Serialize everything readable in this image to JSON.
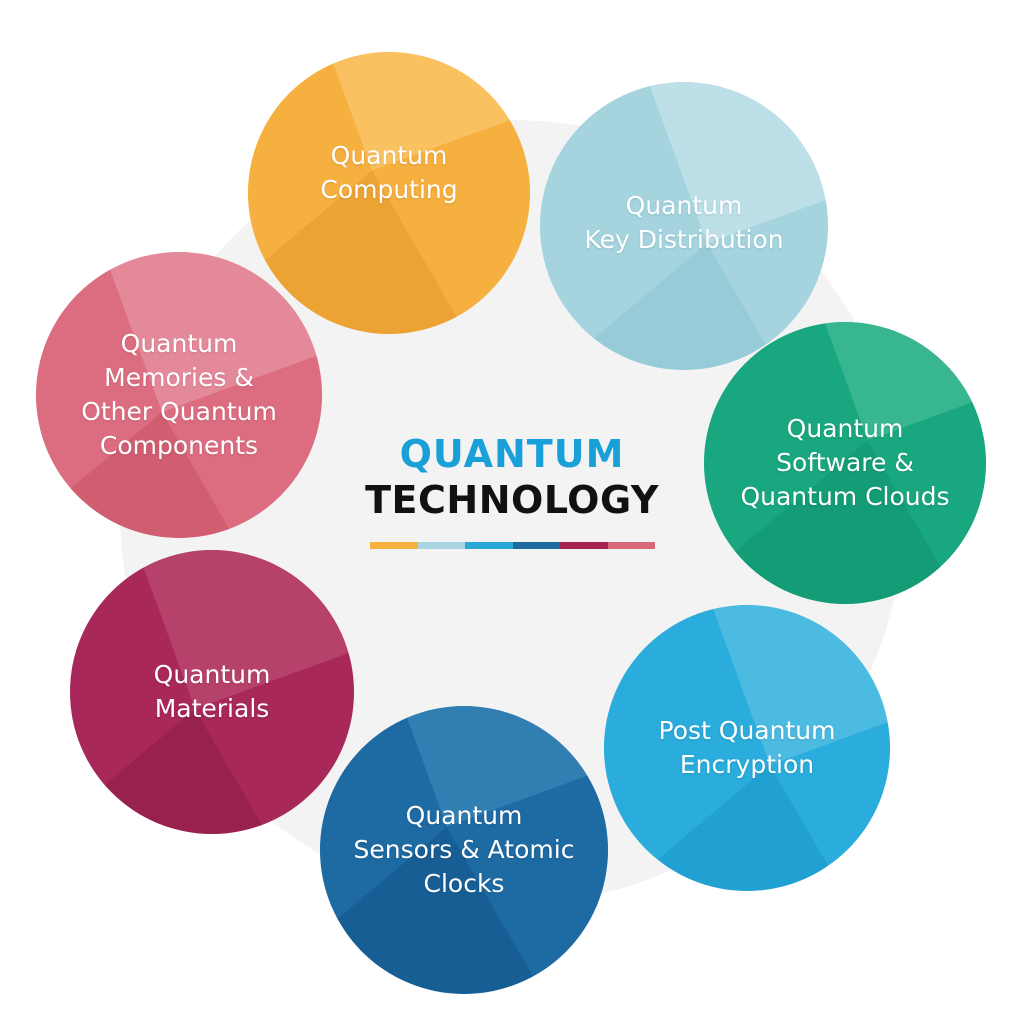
{
  "center": {
    "line1": "QUANTUM",
    "line2": "TECHNOLOGY",
    "line1_color": "#1aa0d8",
    "line2_color": "#111111",
    "bar_colors": [
      "#f5b13c",
      "#a9d5e2",
      "#29a8d8",
      "#1e6a9f",
      "#a42452",
      "#d9677a"
    ]
  },
  "nodes": [
    {
      "id": "computing",
      "name": "quantum-computing-node",
      "lines": [
        "Quantum",
        "Computing"
      ],
      "color": "#f6b040",
      "light": "#f9c466",
      "dark": "#eaa131"
    },
    {
      "id": "qkd",
      "name": "quantum-key-distribution-node",
      "lines": [
        "Quantum",
        "Key Distribution"
      ],
      "color": "#a5d3df",
      "light": "#bfe1ea",
      "dark": "#95c9d7"
    },
    {
      "id": "memories",
      "name": "quantum-memories-node",
      "lines": [
        "Quantum",
        "Memories &",
        "Other Quantum",
        "Components"
      ],
      "color": "#dc6d80",
      "light": "#e58e9d",
      "dark": "#cf5b6f"
    },
    {
      "id": "software",
      "name": "quantum-software-node",
      "lines": [
        "Quantum",
        "Software &",
        "Quantum Clouds"
      ],
      "color": "#1aa77f",
      "light": "#3db992",
      "dark": "#139a73"
    },
    {
      "id": "materials",
      "name": "quantum-materials-node",
      "lines": [
        "Quantum",
        "Materials"
      ],
      "color": "#a8285a",
      "light": "#b9466f",
      "dark": "#97204e"
    },
    {
      "id": "pqe",
      "name": "post-quantum-encryption-node",
      "lines": [
        "Post Quantum",
        "Encryption"
      ],
      "color": "#2aacdc",
      "light": "#51bde3",
      "dark": "#1f9fcf"
    },
    {
      "id": "sensors",
      "name": "quantum-sensors-node",
      "lines": [
        "Quantum",
        "Sensors & Atomic",
        "Clocks"
      ],
      "color": "#1e6aa2",
      "light": "#3582b5",
      "dark": "#165c92"
    }
  ]
}
